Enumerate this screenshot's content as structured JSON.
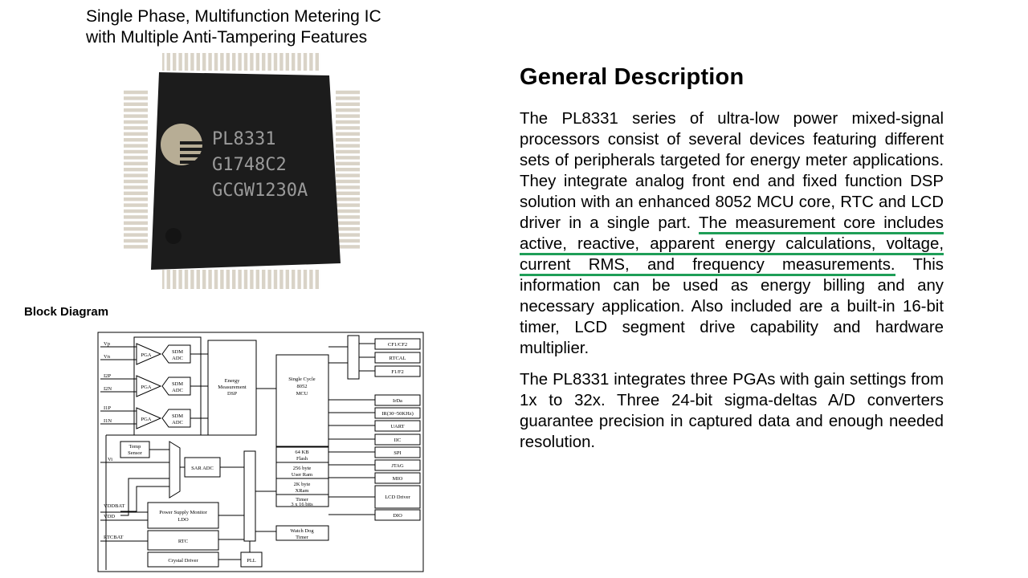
{
  "title": {
    "line1": "Single Phase, Multifunction Metering IC",
    "line2": "with Multiple Anti-Tampering Features"
  },
  "chip": {
    "line1": "PL8331",
    "line2": "G1748C2",
    "line3": "GCGW1230A"
  },
  "block_diagram_label": "Block Diagram",
  "diagram": {
    "inputs": {
      "vp": "Vp",
      "vn": "Vn",
      "i2p": "I2P",
      "i2n": "I2N",
      "i1p": "I1P",
      "i1n": "I1N",
      "vi": "Vi",
      "vddbat": "VDDBAT",
      "vdd": "VDD",
      "rtcbat": "RTCBAT"
    },
    "pga": "PGA",
    "sdm_line1": "SDM",
    "sdm_line2": "ADC",
    "dsp_line1": "Energy",
    "dsp_line2": "Measurement",
    "dsp_line3": "DSP",
    "mcu_line1": "Single Cycle",
    "mcu_line2": "8052",
    "mcu_line3": "MCU",
    "mem_flash_1": "64 KB",
    "mem_flash_2": "Flash",
    "mem_uram_1": "256 byte",
    "mem_uram_2": "User Ram",
    "mem_xram_1": "2K byte",
    "mem_xram_2": "XRam",
    "mem_timer_1": "Timer",
    "mem_timer_2": "3 x 16 bits",
    "temp_1": "Temp",
    "temp_2": "Sensor",
    "sar": "SAR ADC",
    "psm_1": "Power Supply Monitor",
    "psm_2": "LDO",
    "rtc": "RTC",
    "crystal": "Crystal Driver",
    "pll": "PLL",
    "watchdog_1": "Watch Dog",
    "watchdog_2": "Timer",
    "outputs": {
      "cf": "CF1/CF2",
      "rtcal": "RTCAL",
      "f": "F1/F2",
      "irda": "IrDa",
      "ir": "IR(30~50KHz)",
      "uart": "UART",
      "iic": "IIC",
      "spi": "SPI",
      "jtag": "JTAG",
      "mio": "MIO",
      "lcd": "LCD Driver",
      "dio": "DIO"
    }
  },
  "description": {
    "heading": "General Description",
    "p1_a": "The PL8331 series of ultra-low power mixed-signal processors consist of several devices featuring different sets of peripherals targeted for energy meter applications. They integrate analog front end and fixed function DSP solution with an enhanced 8052 MCU core, RTC and LCD driver in a single part. ",
    "p1_highlight": "The measurement core includes active, reactive, apparent energy calculations, voltage, current RMS, and frequency measurements.",
    "p1_b": " This information can be used as energy billing and any necessary application. Also included are a built-in 16-bit timer, LCD segment drive capability and hardware multiplier.",
    "p2": "The PL8331 integrates three PGAs with gain settings from 1x to 32x. Three 24-bit sigma-deltas A/D converters guarantee precision in captured data and enough needed resolution."
  },
  "colors": {
    "highlight_underline": "#1e9e57",
    "chip_body": "#1c1c1c",
    "pins": "#d9d3c7"
  }
}
